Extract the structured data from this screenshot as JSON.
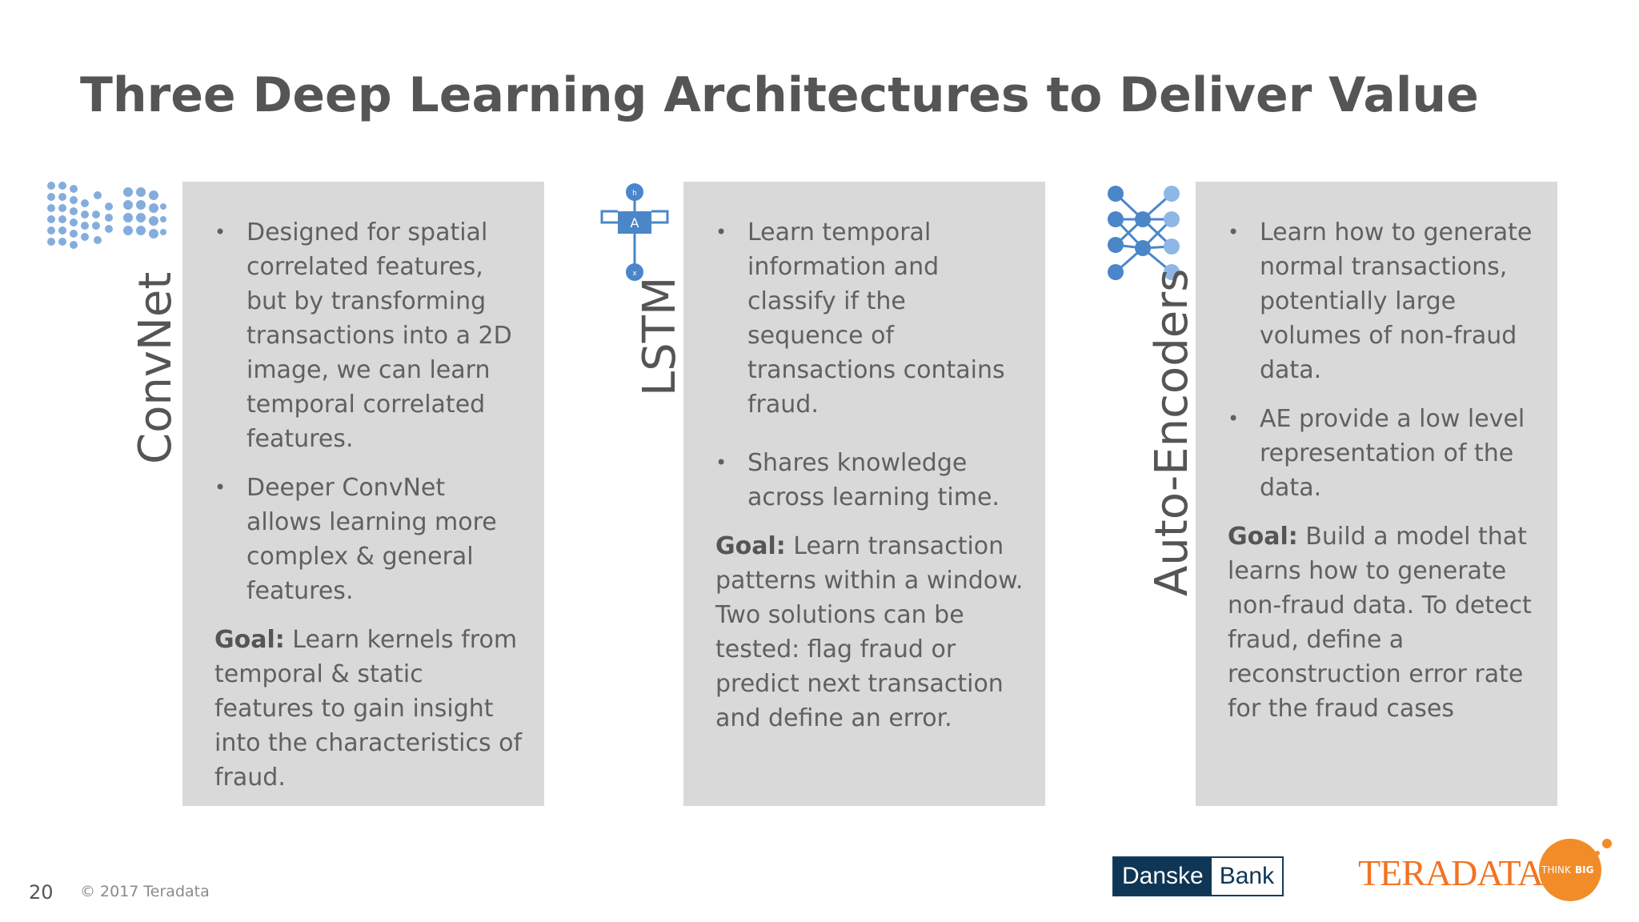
{
  "title": "Three Deep Learning Architectures to Deliver Value",
  "columns": [
    {
      "label": "ConvNet",
      "icon": "convnet-network-icon",
      "bullets": [
        "Designed for spatial correlated features, but by transforming transactions into a 2D image, we can learn temporal correlated features.",
        "Deeper ConvNet allows learning more complex & general features."
      ],
      "goal_label": "Goal:",
      "goal_text": " Learn kernels from temporal & static features to gain insight into the characteristics of fraud."
    },
    {
      "label": "LSTM",
      "icon": "lstm-cell-icon",
      "icon_letter": "A",
      "bullets": [
        "Learn temporal information and classify if the sequence of transactions contains fraud.",
        "Shares knowledge across learning time."
      ],
      "goal_label": "Goal:",
      "goal_text": " Learn transaction patterns within a window. Two solutions can be tested: flag fraud or predict next transaction and define an error."
    },
    {
      "label": "Auto-Encoders",
      "icon": "autoencoder-network-icon",
      "bullets": [
        "Learn how to generate normal transactions, potentially large volumes of non-fraud data.",
        "AE provide a low level representation of the data."
      ],
      "goal_label": "Goal:",
      "goal_text": " Build a model that learns how to generate non-fraud data. To detect fraud, define a reconstruction error rate for the fraud cases"
    }
  ],
  "footer": {
    "page_number": "20",
    "copyright": "© 2017 Teradata"
  },
  "logos": {
    "danske_left": "Danske",
    "danske_right": "Bank",
    "teradata": "TERADATA.",
    "thinkbig_left": "THINK",
    "thinkbig_right": "BIG"
  },
  "colors": {
    "panel": "#d9d9d9",
    "icon_blue": "#4a86c8",
    "teradata_orange": "#f37321",
    "danske_navy": "#0f3654"
  }
}
